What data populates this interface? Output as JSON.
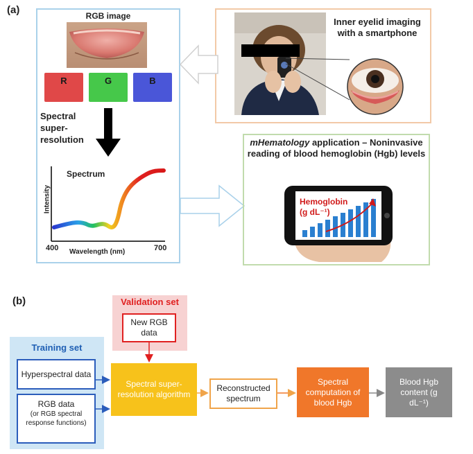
{
  "panel_a": {
    "label": "(a)",
    "rgb_image_title": "RGB image",
    "channels": [
      {
        "label": "R",
        "color": "#e04848"
      },
      {
        "label": "G",
        "color": "#46c84a"
      },
      {
        "label": "B",
        "color": "#4a56d8"
      }
    ],
    "ssr_label": "Spectral super-resolution",
    "spectrum_chart": {
      "title": "Spectrum",
      "ylabel": "Intensity",
      "xlabel": "Wavelength (nm)",
      "xmin_label": "400",
      "xmax_label": "700"
    },
    "eyelid_caption": "Inner eyelid imaging with a smartphone",
    "app_title_italic": "mHematology",
    "app_title_rest": " application – Noninvasive reading of blood hemoglobin (Hgb) levels",
    "phone_screen": {
      "title_line1": "Hemoglobin",
      "title_line2": "(g dL⁻¹)",
      "bar_count": 10
    }
  },
  "panel_b": {
    "label": "(b)",
    "validation_set_title": "Validation set",
    "new_rgb": "New RGB data",
    "training_set_title": "Training set",
    "hyperspectral": "Hyperspectral data",
    "rgb_data": "RGB data",
    "rgb_data_note": "(or RGB spectral response functions)",
    "algorithm": "Spectral super-resolution algorithm",
    "reconstructed": "Reconstructed spectrum",
    "computation": "Spectral computation of blood  Hgb",
    "content": "Blood Hgb content (g dL⁻¹)"
  }
}
